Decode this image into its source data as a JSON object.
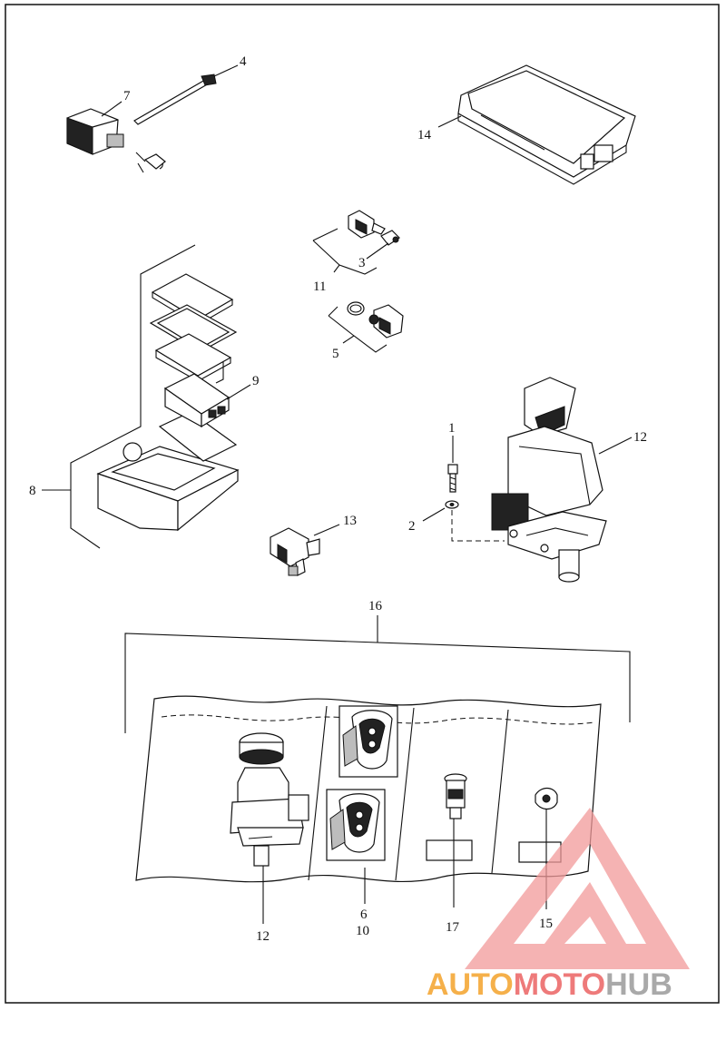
{
  "callouts": {
    "c1": "1",
    "c2": "2",
    "c3": "3",
    "c4": "4",
    "c5": "5",
    "c6": "6",
    "c7": "7",
    "c8": "8",
    "c9": "9",
    "c10": "10",
    "c11": "11",
    "c12_top": "12",
    "c12_kit": "12",
    "c13": "13",
    "c14": "14",
    "c15": "15",
    "c16": "16",
    "c17": "17"
  },
  "watermark": {
    "part1": "AUTO",
    "part2": "MOTO",
    "part3": "HUB",
    "color_auto": "#f5b04a",
    "color_moto": "#ee7a7a",
    "color_hub": "#a9a9a9",
    "triangle_color": "#f29a9a"
  }
}
